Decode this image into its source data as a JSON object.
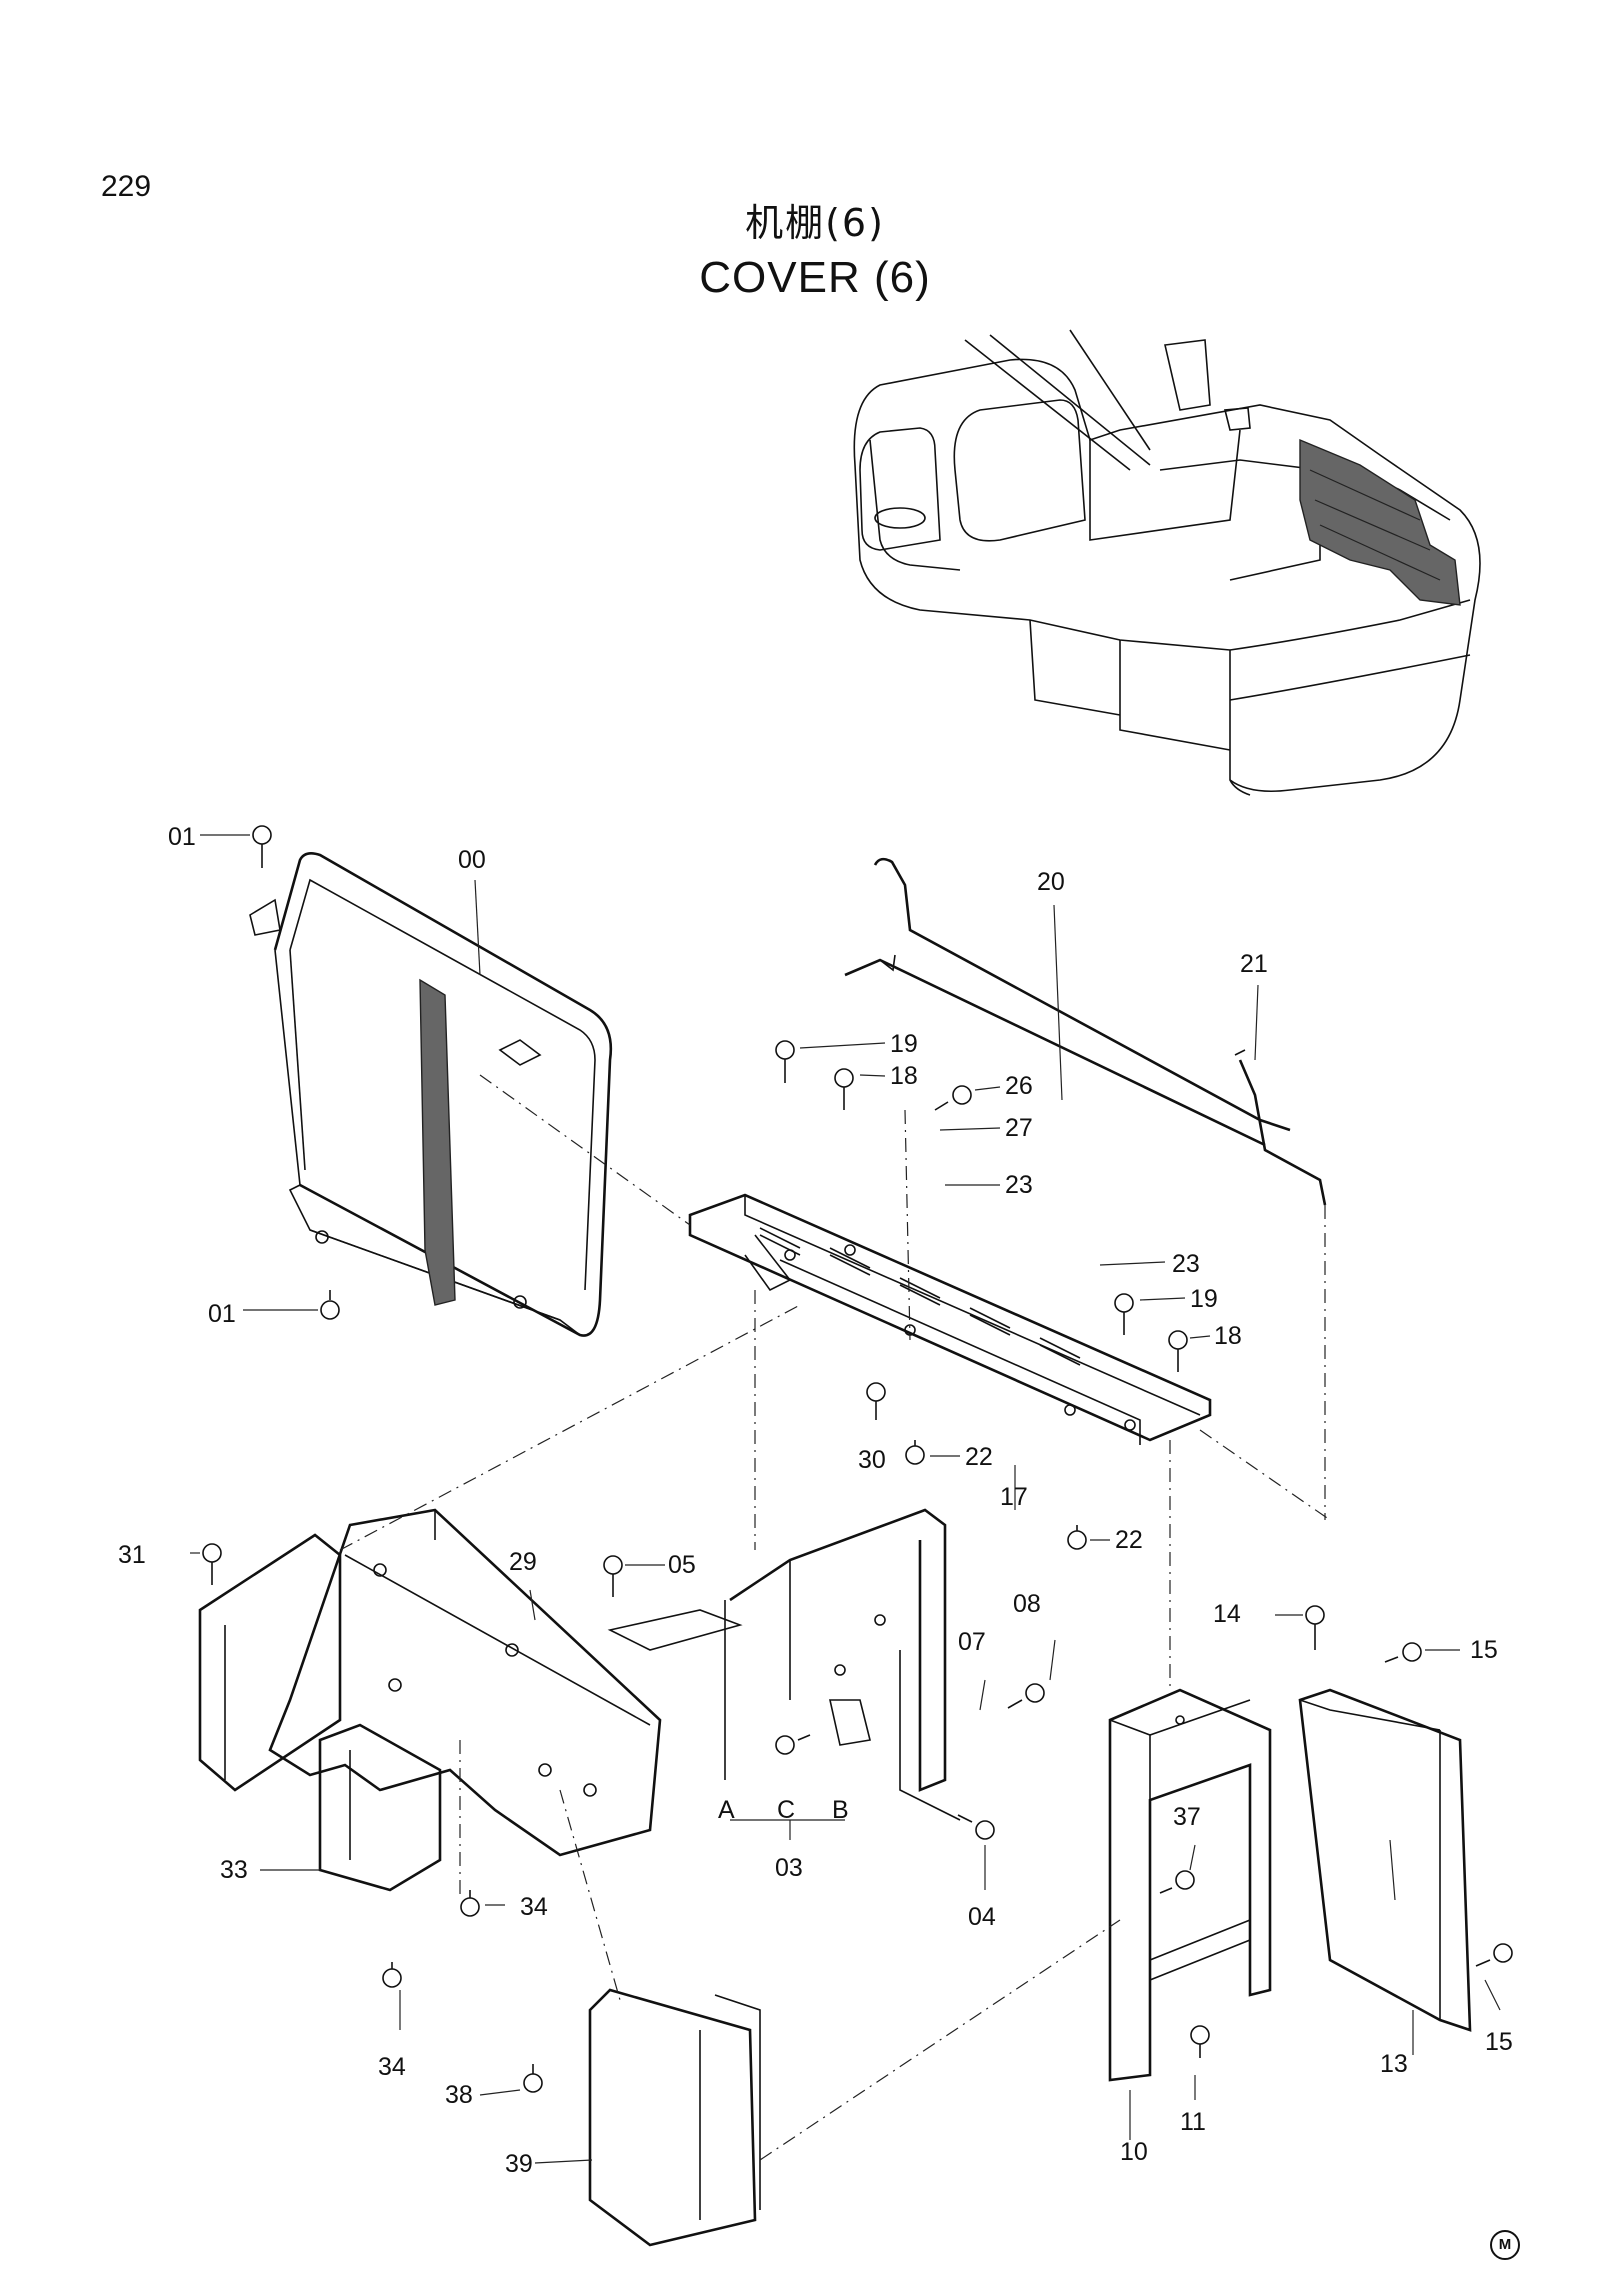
{
  "page_number": "229",
  "title_cn": "机棚(6)",
  "title_en": "COVER (6)",
  "corner_mark": "M",
  "part_labels": {
    "p00": "00",
    "p01a": "01",
    "p01b": "01",
    "p03": "03",
    "p03a": "A",
    "p03b": "B",
    "p03c": "C",
    "p04": "04",
    "p05": "05",
    "p07": "07",
    "p08": "08",
    "p10": "10",
    "p11": "11",
    "p13": "13",
    "p14": "14",
    "p15a": "15",
    "p15b": "15",
    "p17": "17",
    "p18a": "18",
    "p18b": "18",
    "p19a": "19",
    "p19b": "19",
    "p20": "20",
    "p21": "21",
    "p22a": "22",
    "p22b": "22",
    "p23a": "23",
    "p23b": "23",
    "p26": "26",
    "p27": "27",
    "p29": "29",
    "p30": "30",
    "p31": "31",
    "p33": "33",
    "p34a": "34",
    "p34b": "34",
    "p37": "37",
    "p38": "38",
    "p39": "39"
  }
}
